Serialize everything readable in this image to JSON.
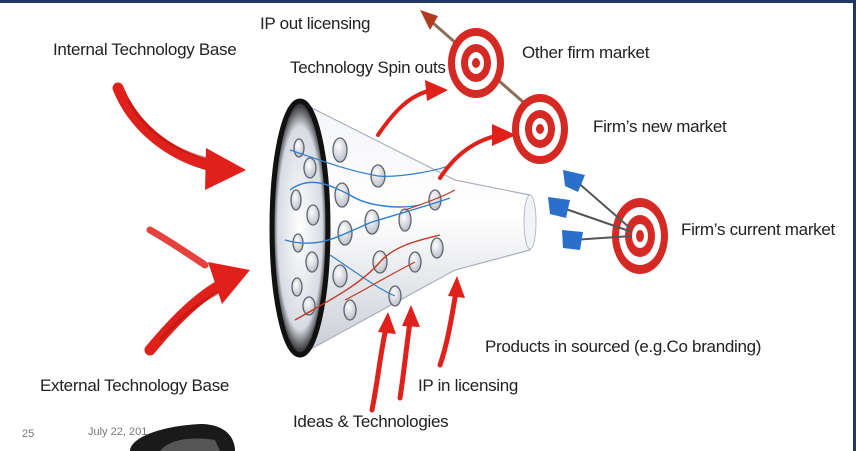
{
  "labels": {
    "internal_base": "Internal Technology Base",
    "external_base": "External Technology Base",
    "ip_out": "IP out  licensing",
    "spin_outs": "Technology Spin outs",
    "other_market": "Other firm market",
    "new_market": "Firm’s  new market",
    "current_market": "Firm’s  current  market",
    "products_insourced": "Products  in sourced (e.g.Co branding)",
    "ip_in": "IP in licensing",
    "ideas": "Ideas & Technologies"
  },
  "footer": {
    "slide_number": "25",
    "date": "July 22, 201"
  },
  "colors": {
    "accent": "#1f3763",
    "arrow_red": "#e0201b",
    "target_red": "#d42a23",
    "dart_blue": "#2a6fc9"
  }
}
